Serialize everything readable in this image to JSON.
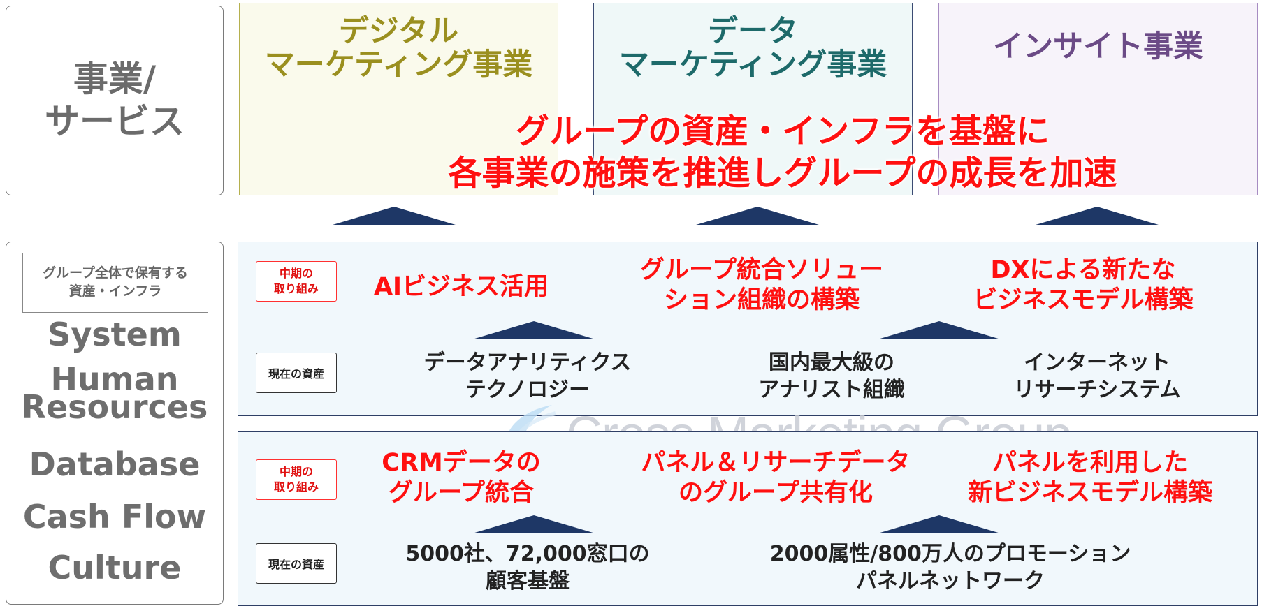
{
  "services": {
    "label": "事業/\nサービス"
  },
  "businesses": [
    {
      "title": "デジタル\nマーケティング事業",
      "color": "#9a8f1f"
    },
    {
      "title": "データ\nマーケティング事業",
      "color": "#1d6a6a"
    },
    {
      "title": "インサイト事業",
      "color": "#6b4a86"
    }
  ],
  "message": {
    "line1": "グループの資産・インフラを基盤に",
    "line2": "各事業の施策を推進しグループの成長を加速",
    "color": "#ff1010"
  },
  "resources": {
    "header": "グループ全体で保有する\n資産・インフラ",
    "items": [
      "System",
      "Human\nResources",
      "Database",
      "Cash Flow",
      "Culture"
    ]
  },
  "tags": {
    "initiative": "中期の\n取り組み",
    "current": "現在の資産"
  },
  "panel1": {
    "initiatives": [
      "AIビジネス活用",
      "グループ統合ソリュー\nション組織の構築",
      "DXによる新たな\nビジネスモデル構築"
    ],
    "assets": [
      "データアナリティクス\nテクノロジー",
      "国内最大級の\nアナリスト組織",
      "インターネット\nリサーチシステム"
    ]
  },
  "panel2": {
    "initiatives": [
      "CRMデータの\nグループ統合",
      "パネル＆リサーチデータ\nのグループ共有化",
      "パネルを利用した\n新ビジネスモデル構築"
    ],
    "assets": [
      "5000社、72,000窓口の\n顧客基盤",
      "2000属性/800万人のプロモーション\nパネルネットワーク"
    ]
  },
  "watermark": {
    "text": "Cross Marketing Group"
  },
  "colors": {
    "navy": "#1e3766",
    "red": "#ff1010"
  }
}
